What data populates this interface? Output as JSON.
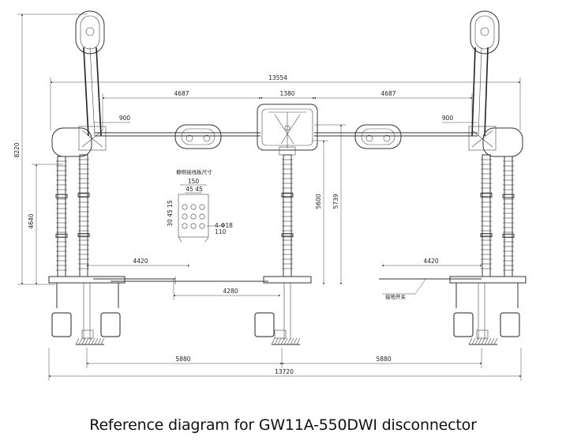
{
  "caption": "Reference diagram for GW11A-550DWI disconnector",
  "dimensions": {
    "overall_top": "13554",
    "left_span": "4687",
    "center_span": "1380",
    "right_span": "4687",
    "left_arm": "900",
    "right_arm": "900",
    "total_height": "8220",
    "left_insulator_height": "4640",
    "center_height_a": "5600",
    "center_height_b": "5739",
    "left_ground": "4420",
    "right_ground": "4420",
    "center_ground": "4280",
    "base_left": "5880",
    "base_right": "5880",
    "overall_bottom": "13720"
  },
  "detail": {
    "title": "静侧接线板尺寸",
    "width_total": "150",
    "hole_spacing_a": "45",
    "hole_spacing_b": "45",
    "side_a": "15",
    "side_b": "45",
    "side_c": "30",
    "hole_note": "4-Φ18",
    "thickness": "110"
  },
  "ground_switch_label": "接地开关"
}
